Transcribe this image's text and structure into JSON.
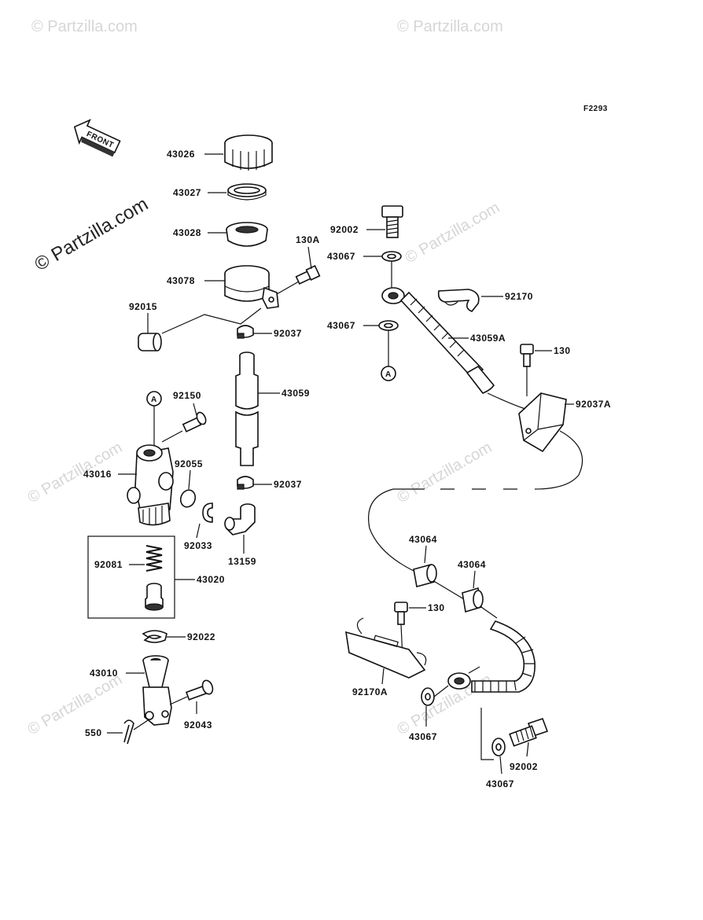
{
  "figure_code": "F2293",
  "front_label": "FRONT",
  "watermark": {
    "main": "© Partzilla.com",
    "faint": "© Partzilla.com"
  },
  "callouts": {
    "p43026": "43026",
    "p43027": "43027",
    "p43028": "43028",
    "p43078": "43078",
    "p130A": "130A",
    "p92015": "92015",
    "p92037_top": "92037",
    "p43059": "43059",
    "p92037_bot": "92037",
    "p13159": "13159",
    "p92150": "92150",
    "p43016": "43016",
    "p92055": "92055",
    "p92033": "92033",
    "p92081": "92081",
    "p43020": "43020",
    "p92022": "92022",
    "p43010": "43010",
    "p92043": "92043",
    "p550": "550",
    "p92002_top": "92002",
    "p43067_a": "43067",
    "p43067_b": "43067",
    "p92170": "92170",
    "p43059A": "43059A",
    "p130_top": "130",
    "p92037A": "92037A",
    "p43064_a": "43064",
    "p43064_b": "43064",
    "p130_bot": "130",
    "p92170A": "92170A",
    "p43067_c": "43067",
    "p92002_bot": "92002",
    "p43067_d": "43067"
  },
  "reference_marks": {
    "a_top": "A",
    "a_left": "A"
  }
}
